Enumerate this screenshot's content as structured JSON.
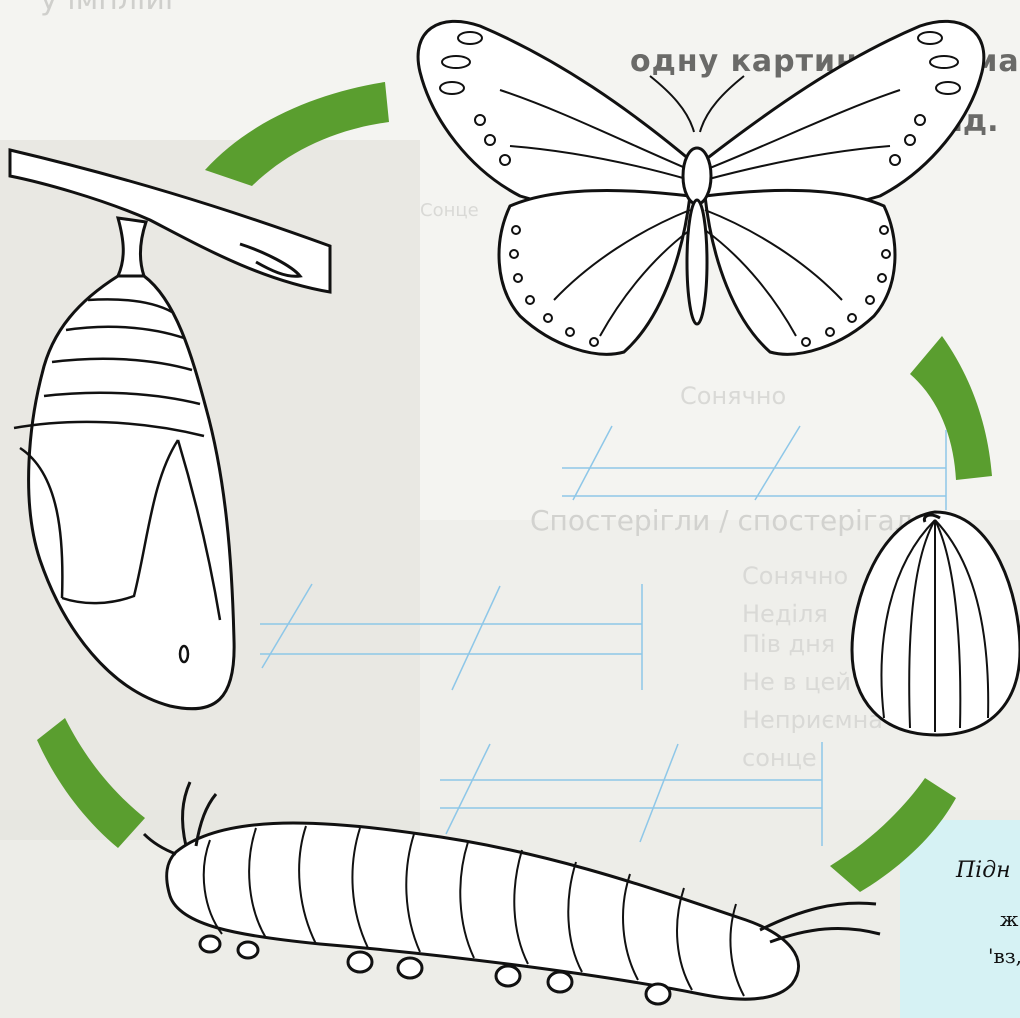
{
  "background": {
    "top_lines": [
      "у імпліиі",
      "одну картинку. Домалюй зображення відповідно до",
      "її вигляд."
    ],
    "mid_labels": [
      "Сонце",
      "Сонячно",
      "Спостерігли / спостерігала",
      "Сонячно",
      "Неділя",
      "Пів дня",
      "Не в цей потеплання",
      "Неприємна",
      "сонце"
    ]
  },
  "side_note": {
    "line1": "Підн",
    "line2": "ж",
    "line3": "'вз,"
  },
  "colors": {
    "arrow_green": "#5a9e2f",
    "writing_line_blue": "#8ec7e8",
    "outline": "#111111",
    "note_bg": "#d6f2f4"
  }
}
